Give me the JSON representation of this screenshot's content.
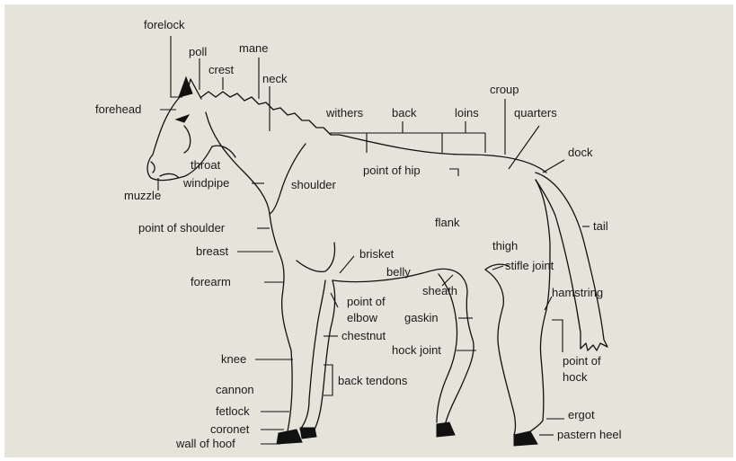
{
  "diagram": {
    "labels": {
      "forelock": "forelock",
      "poll": "poll",
      "crest": "crest",
      "mane": "mane",
      "neck": "neck",
      "forehead": "forehead",
      "withers": "withers",
      "back": "back",
      "loins": "loins",
      "croup": "croup",
      "quarters": "quarters",
      "dock": "dock",
      "point_of_hip": "point of hip",
      "throat": "throat",
      "muzzle": "muzzle",
      "windpipe": "windpipe",
      "shoulder": "shoulder",
      "point_of_shoulder": "point of shoulder",
      "flank": "flank",
      "tail": "tail",
      "breast": "breast",
      "brisket": "brisket",
      "thigh": "thigh",
      "belly": "belly",
      "stifle_joint": "stifle joint",
      "forearm": "forearm",
      "sheath": "sheath",
      "hamstring": "hamstring",
      "point_of_elbow_1": "point of",
      "point_of_elbow_2": "elbow",
      "gaskin": "gaskin",
      "chestnut": "chestnut",
      "hock_joint": "hock joint",
      "point_of_hock_1": "point of",
      "point_of_hock_2": "hock",
      "knee": "knee",
      "back_tendons": "back tendons",
      "cannon": "cannon",
      "fetlock": "fetlock",
      "ergot": "ergot",
      "coronet": "coronet",
      "pastern_heel": "pastern heel",
      "wall_of_hoof": "wall of hoof"
    }
  },
  "colors": {
    "background": "#e6e3da",
    "ink": "#111111"
  }
}
